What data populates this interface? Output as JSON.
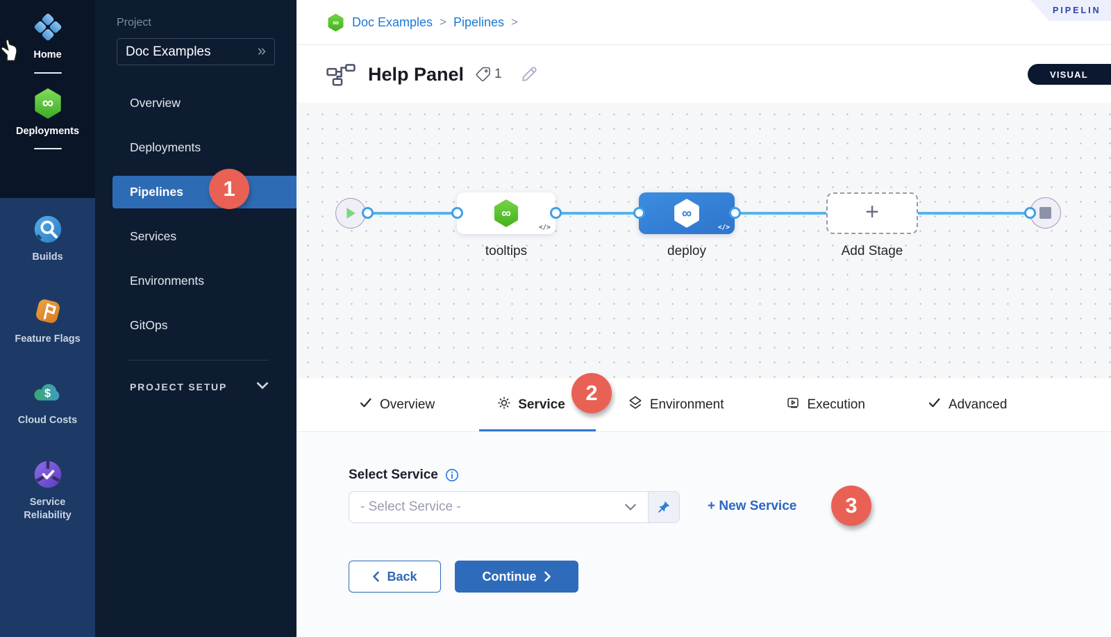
{
  "module_sidebar": {
    "items": [
      {
        "label": "Home"
      },
      {
        "label": "Deployments"
      },
      {
        "label": "Builds"
      },
      {
        "label": "Feature Flags"
      },
      {
        "label": "Cloud Costs"
      },
      {
        "label": "Service Reliability"
      }
    ]
  },
  "project_nav": {
    "section_label": "Project",
    "project_selector": {
      "value": "Doc Examples"
    },
    "items": [
      {
        "label": "Overview"
      },
      {
        "label": "Deployments"
      },
      {
        "label": "Pipelines",
        "selected": true,
        "badge": "1"
      },
      {
        "label": "Services"
      },
      {
        "label": "Environments"
      },
      {
        "label": "GitOps"
      }
    ],
    "setup_label": "PROJECT SETUP"
  },
  "breadcrumb": {
    "project": "Doc Examples",
    "section": "Pipelines",
    "separator": ">"
  },
  "corner_ribbon": {
    "label": "PIPELIN"
  },
  "pipeline_header": {
    "title": "Help Panel",
    "tag_count": "1",
    "mode_toggle": "VISUAL"
  },
  "canvas": {
    "stages": [
      {
        "name": "tooltips",
        "style": "white"
      },
      {
        "name": "deploy",
        "style": "blue-selected"
      },
      {
        "name": "Add Stage",
        "style": "add-placeholder"
      }
    ]
  },
  "tabs": {
    "items": [
      {
        "label": "Overview"
      },
      {
        "label": "Service",
        "active": true,
        "badge": "2"
      },
      {
        "label": "Environment"
      },
      {
        "label": "Execution"
      },
      {
        "label": "Advanced"
      }
    ]
  },
  "service_form": {
    "label": "Select Service",
    "placeholder": "- Select Service -",
    "new_service_label": "+ New Service",
    "badge": "3",
    "back_label": "Back",
    "continue_label": "Continue"
  },
  "colors": {
    "accent_blue": "#0278d5",
    "selected_nav_blue": "#2e6bb5",
    "badge_red": "#e96154",
    "harness_green": "#56c02b",
    "sidebar_dark": "#0a1627",
    "sidebar_blue": "#1d3a66",
    "nav_panel_dark": "#0e1c31"
  }
}
